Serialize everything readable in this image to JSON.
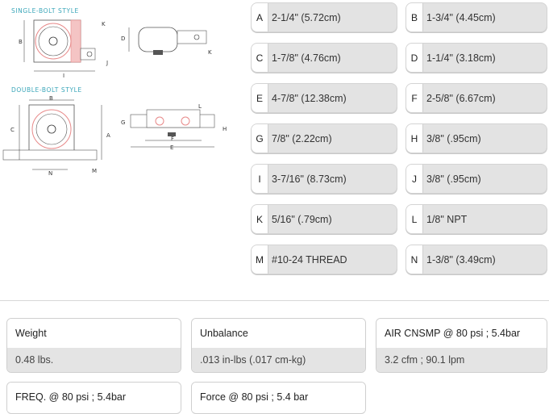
{
  "diagram": {
    "single_title": "SINGLE-BOLT STYLE",
    "double_title": "DOUBLE-BOLT STYLE",
    "letters": {
      "A": "A",
      "B": "B",
      "C": "C",
      "D": "D",
      "E": "E",
      "F": "F",
      "G": "G",
      "H": "H",
      "I": "I",
      "J": "J",
      "K": "K",
      "L": "L",
      "M": "M",
      "N": "N"
    }
  },
  "dimensions": [
    {
      "key": "A",
      "value": "2-1/4\" (5.72cm)"
    },
    {
      "key": "B",
      "value": "1-3/4\" (4.45cm)"
    },
    {
      "key": "C",
      "value": "1-7/8\" (4.76cm)"
    },
    {
      "key": "D",
      "value": "1-1/4\" (3.18cm)"
    },
    {
      "key": "E",
      "value": "4-7/8\" (12.38cm)"
    },
    {
      "key": "F",
      "value": "2-5/8\" (6.67cm)"
    },
    {
      "key": "G",
      "value": "7/8\" (2.22cm)"
    },
    {
      "key": "H",
      "value": "3/8\" (.95cm)"
    },
    {
      "key": "I",
      "value": "3-7/16\" (8.73cm)"
    },
    {
      "key": "J",
      "value": "3/8\" (.95cm)"
    },
    {
      "key": "K",
      "value": "5/16\" (.79cm)"
    },
    {
      "key": "L",
      "value": "1/8\" NPT"
    },
    {
      "key": "M",
      "value": "#10-24 THREAD"
    },
    {
      "key": "N",
      "value": "1-3/8\" (3.49cm)"
    }
  ],
  "specs": [
    {
      "label": "Weight",
      "value": "0.48 lbs."
    },
    {
      "label": "Unbalance",
      "value": ".013 in-lbs (.017 cm-kg)"
    },
    {
      "label": "AIR CNSMP @ 80 psi ; 5.4bar",
      "value": "3.2 cfm ; 90.1 lpm"
    },
    {
      "label": "FREQ. @ 80 psi ; 5.4bar",
      "value": ""
    },
    {
      "label": "Force @ 80 psi ; 5.4 bar",
      "value": ""
    }
  ],
  "colors": {
    "accent_title": "#3aa6b9",
    "pill_bg": "#e3e3e3",
    "diagram_pink": "#e88a8a"
  }
}
